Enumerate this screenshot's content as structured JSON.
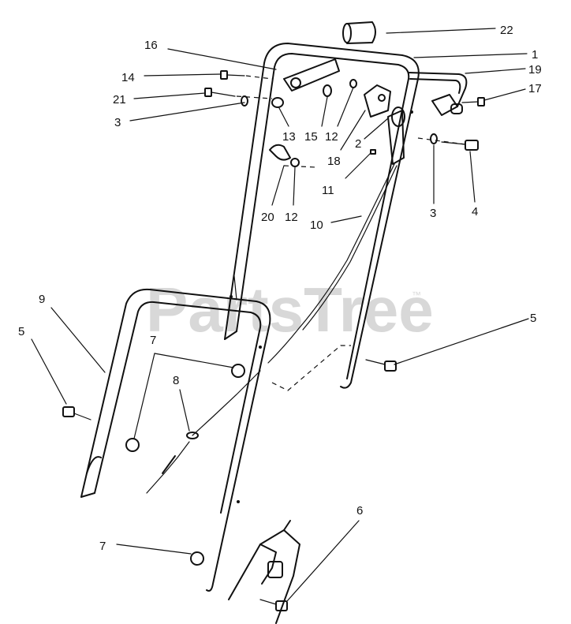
{
  "watermark": {
    "text": "PartsTree",
    "mark": "™"
  },
  "callouts": [
    {
      "id": "c22",
      "label": "22"
    },
    {
      "id": "c1",
      "label": "1"
    },
    {
      "id": "c16",
      "label": "16"
    },
    {
      "id": "c19",
      "label": "19"
    },
    {
      "id": "c17",
      "label": "17"
    },
    {
      "id": "c14",
      "label": "14"
    },
    {
      "id": "c21",
      "label": "21"
    },
    {
      "id": "c3a",
      "label": "3"
    },
    {
      "id": "c13",
      "label": "13"
    },
    {
      "id": "c15",
      "label": "15"
    },
    {
      "id": "c12a",
      "label": "12"
    },
    {
      "id": "c2",
      "label": "2"
    },
    {
      "id": "c18",
      "label": "18"
    },
    {
      "id": "c11",
      "label": "11"
    },
    {
      "id": "c3b",
      "label": "3"
    },
    {
      "id": "c4",
      "label": "4"
    },
    {
      "id": "c20",
      "label": "20"
    },
    {
      "id": "c12b",
      "label": "12"
    },
    {
      "id": "c10",
      "label": "10"
    },
    {
      "id": "c9",
      "label": "9"
    },
    {
      "id": "c5a",
      "label": "5"
    },
    {
      "id": "c5b",
      "label": "5"
    },
    {
      "id": "c7a",
      "label": "7"
    },
    {
      "id": "c8",
      "label": "8"
    },
    {
      "id": "c6",
      "label": "6"
    },
    {
      "id": "c7b",
      "label": "7"
    }
  ]
}
